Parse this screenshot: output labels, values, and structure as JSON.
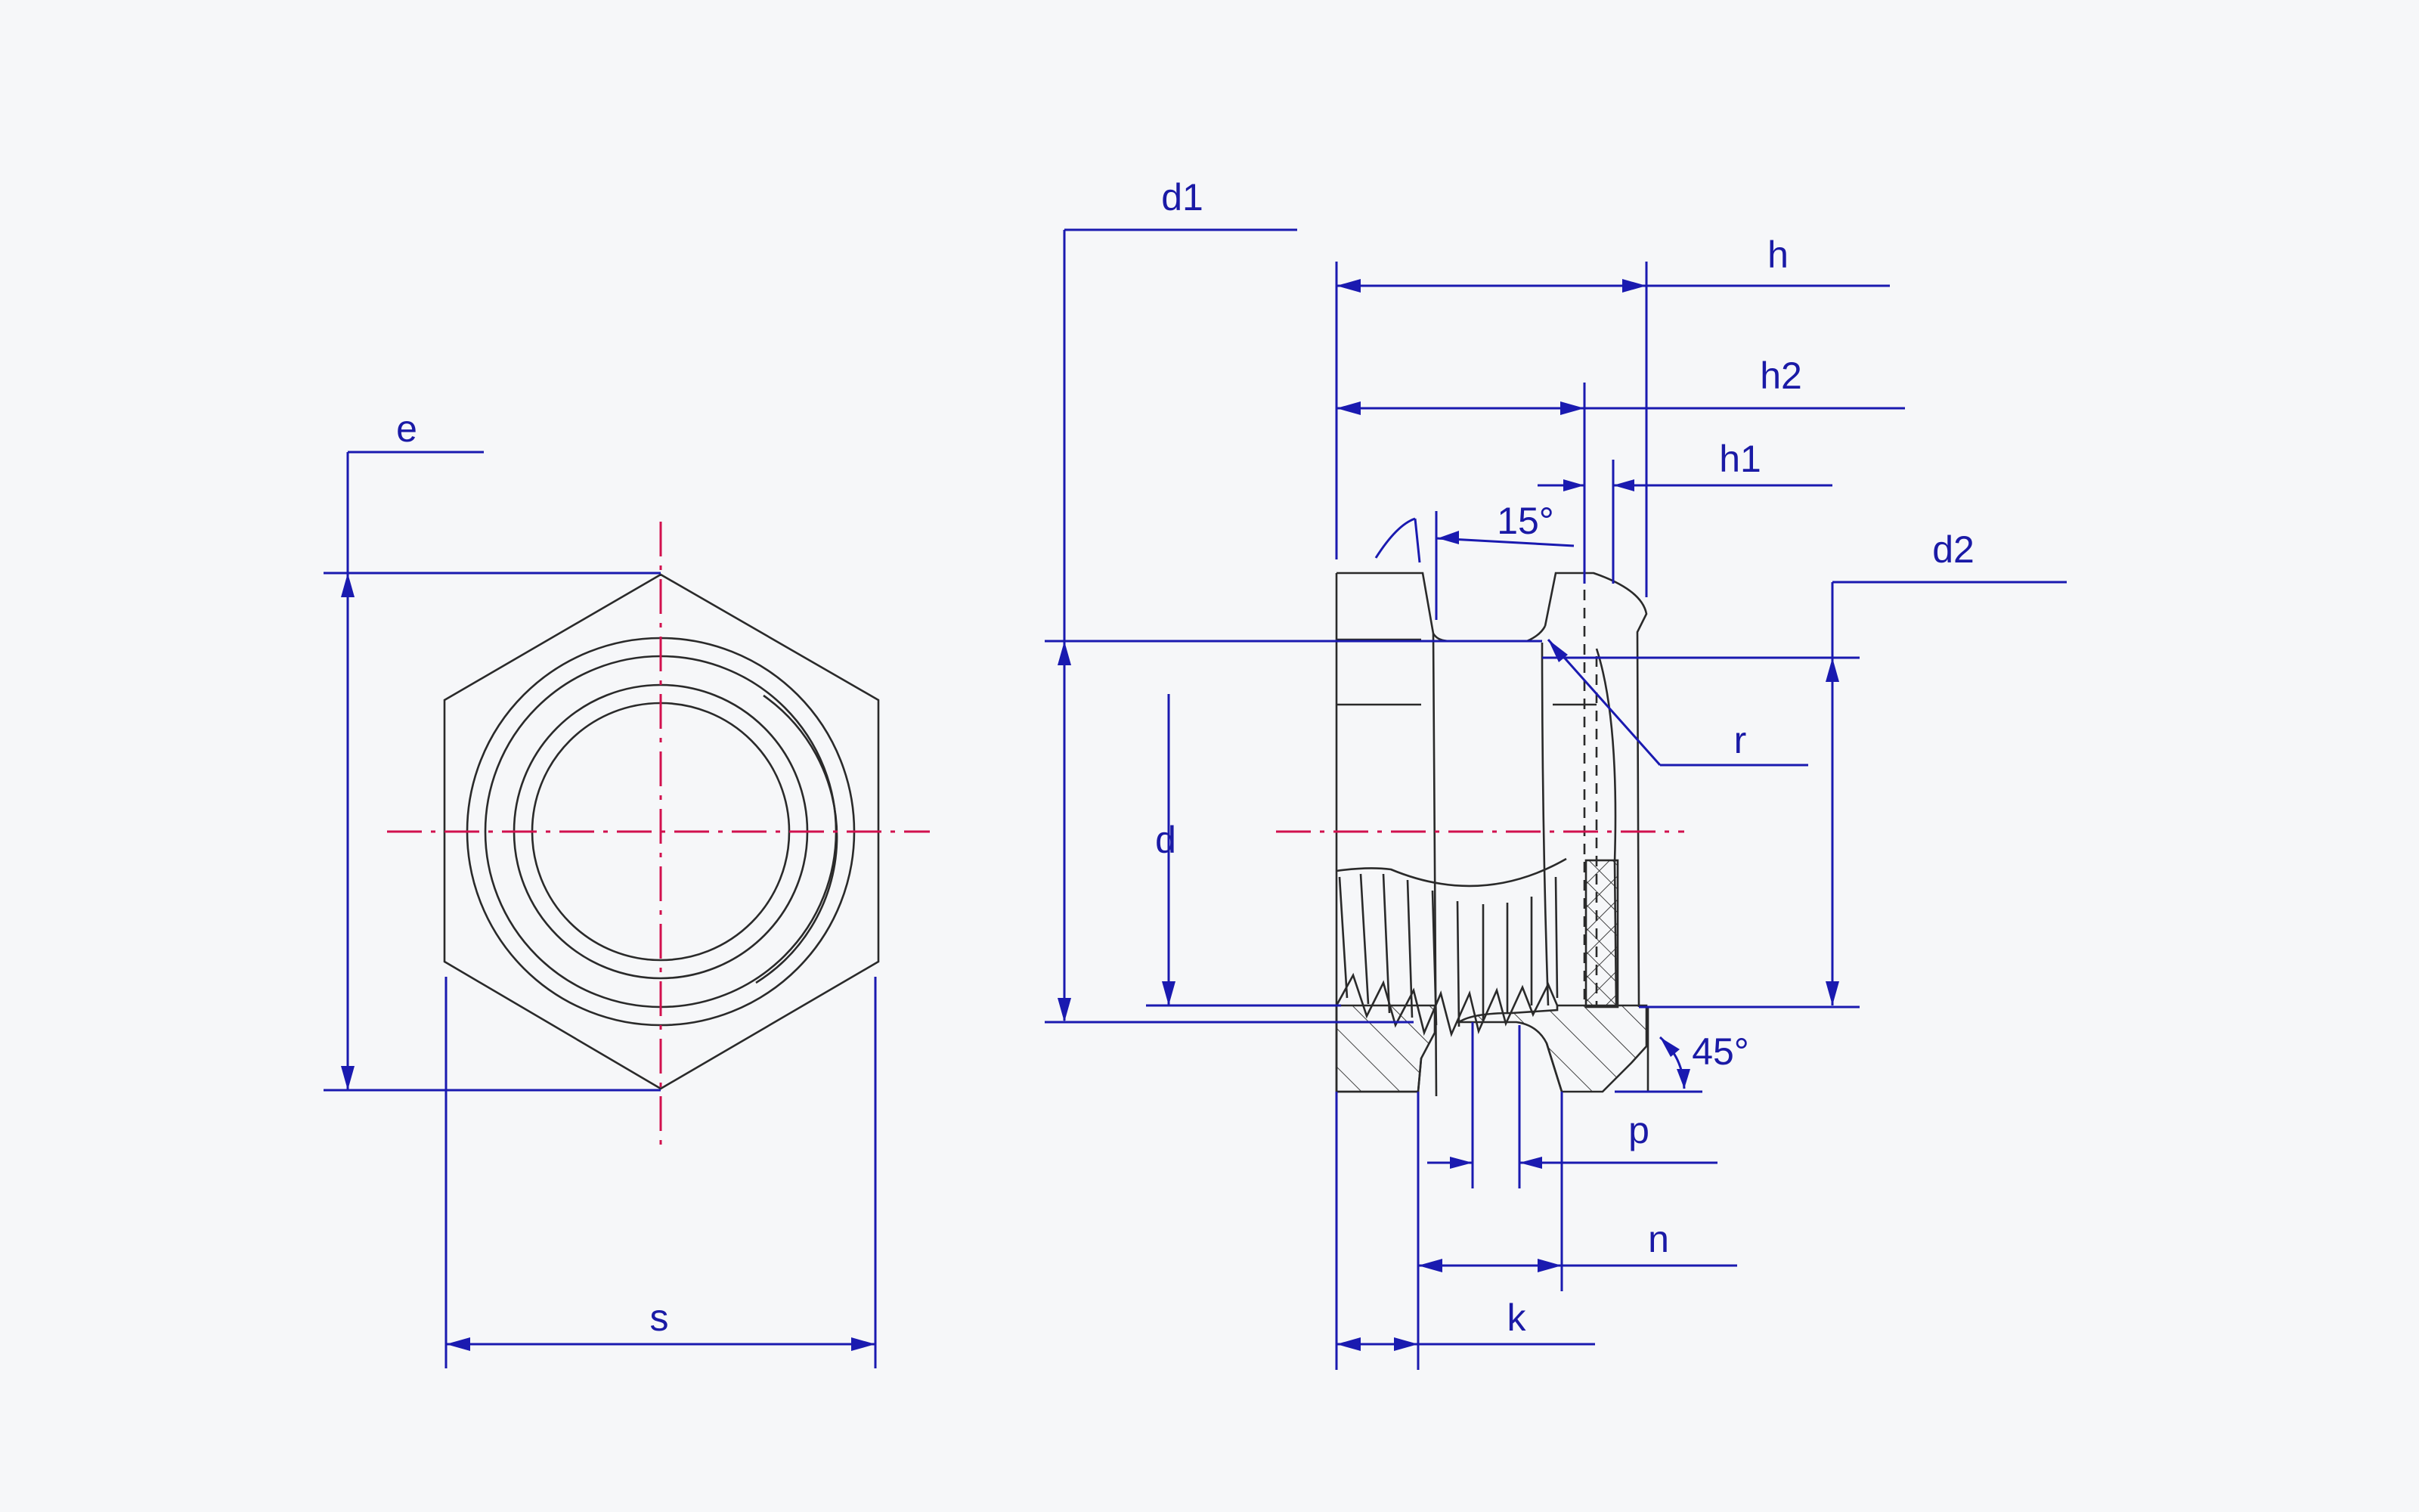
{
  "front_view": {
    "labels": {
      "e": "e",
      "s": "s"
    }
  },
  "side_view": {
    "labels": {
      "d1": "d1",
      "h": "h",
      "h2": "h2",
      "h1": "h1",
      "angle_top": "15°",
      "d2": "d2",
      "r": "r",
      "d": "d",
      "angle_bottom": "45°",
      "p": "p",
      "n": "n",
      "k": "k"
    }
  },
  "colors": {
    "dimension": "#1a1ab0",
    "centerline": "#d1104e",
    "outline": "#2a2a2a",
    "background": "#f6f7f9"
  }
}
